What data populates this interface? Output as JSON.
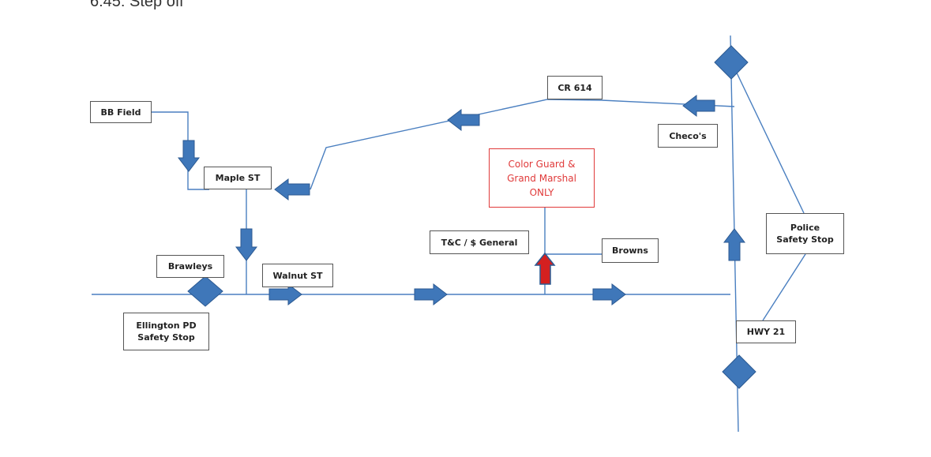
{
  "header": {
    "text": "6:45: Step off"
  },
  "labels": {
    "bb_field": "BB Field",
    "maple_st": "Maple ST",
    "cr_614": "CR 614",
    "checos": "Checo's",
    "color_guard": [
      "Color Guard &",
      "Grand Marshal",
      "ONLY"
    ],
    "tc_general": "T&C / $ General",
    "browns": "Browns",
    "brawleys": "Brawleys",
    "walnut_st": "Walnut ST",
    "ellington_pd": [
      "Ellington PD",
      "Safety Stop"
    ],
    "police_stop": [
      "Police",
      "Safety Stop"
    ],
    "hwy_21": "HWY 21"
  },
  "colors": {
    "road": "#4a7fc0",
    "arrow_fill": "#3f77b9",
    "arrow_stroke": "#2c5a92",
    "diamond": "#3f77b9",
    "special_arrow": "#d42020",
    "special_text": "#e03a3a"
  }
}
